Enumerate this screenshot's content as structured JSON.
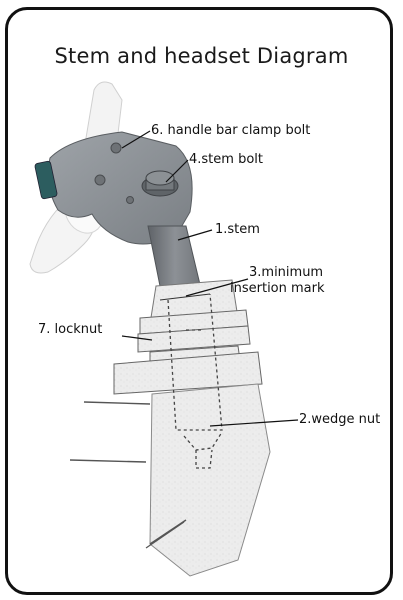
{
  "title": "Stem and headset Diagram",
  "labels": {
    "handle_bar_clamp_bolt": "6. handle bar clamp bolt",
    "stem_bolt": "4.stem bolt",
    "stem": "1.stem",
    "minimum_insertion_mark_line1": "3.minimum",
    "minimum_insertion_mark_line2": "insertion mark",
    "locknut": "7. locknut",
    "wedge_nut": "2.wedge nut"
  },
  "colors": {
    "border": "#111111",
    "clamp_body": "#8f9499",
    "stem_body": "#7d8186",
    "headtube": "#e9e9e9",
    "handlebar": "#f2f2f2"
  }
}
